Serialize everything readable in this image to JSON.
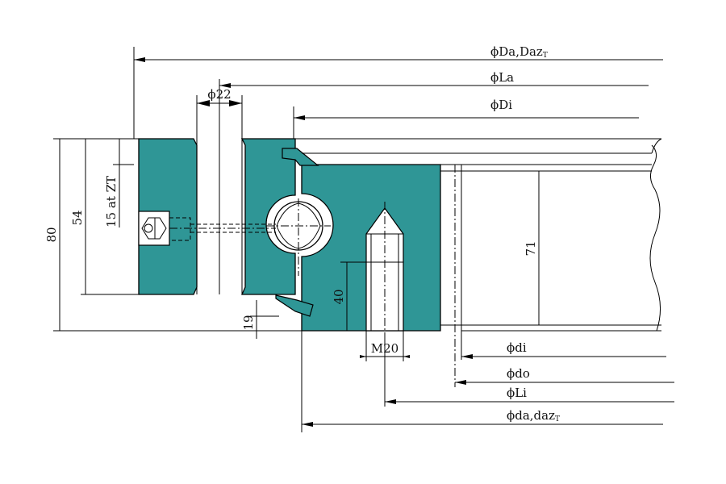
{
  "colors": {
    "section_fill": "#2f9696",
    "line": "#000000",
    "background": "#ffffff"
  },
  "labels": {
    "Da_main": "ϕDa,Daz",
    "Da_sub": "T",
    "La": "ϕLa",
    "Di": "ϕDi",
    "hole_dia": "ϕ22",
    "height_total": "80",
    "height_outer": "54",
    "teeth": "15 at ZT",
    "gap": "19",
    "thread_depth": "40",
    "thread": "M20",
    "height_inner": "71",
    "di": "ϕdi",
    "do": "ϕdo",
    "Li": "ϕLi",
    "da_main": "ϕda,daz",
    "da_sub": "T"
  }
}
